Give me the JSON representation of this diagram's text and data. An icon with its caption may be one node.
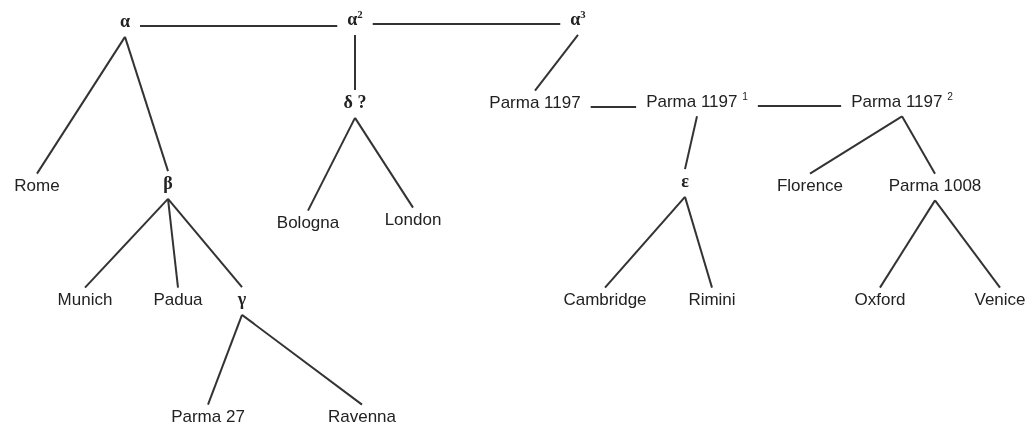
{
  "diagram": {
    "nodes": [
      {
        "text": [
          "α"
        ]
      },
      {
        "text": [
          "α$^{2}$"
        ]
      },
      {
        "text": [
          "α$^{3}$"
        ]
      },
      {
        "text": [
          "Rome"
        ]
      },
      {
        "text": [
          "β"
        ]
      },
      {
        "text": [
          "δ ?"
        ]
      },
      {
        "text": [
          "Bologna"
        ]
      },
      {
        "text": [
          "London"
        ]
      },
      {
        "text": [
          "Munich"
        ]
      },
      {
        "text": [
          "Padua"
        ]
      },
      {
        "text": [
          "γ"
        ]
      },
      {
        "text": [
          "Parma 27"
        ]
      },
      {
        "text": [
          "Ravenna"
        ]
      },
      {
        "text": [
          "Parma 1197"
        ]
      },
      {
        "text": [
          "Parma 1197 $^{1}$"
        ]
      },
      {
        "text": [
          "Parma 1197 $^{2}$"
        ]
      },
      {
        "text": [
          "ε"
        ]
      },
      {
        "text": [
          "Florence"
        ]
      },
      {
        "text": [
          "Parma 1008"
        ]
      },
      {
        "text": [
          "Cambridge"
        ]
      },
      {
        "text": [
          "Rimini"
        ]
      },
      {
        "text": [
          "Oxford"
        ]
      },
      {
        "text": [
          "Venice"
        ]
      }
    ],
    "edges": [
      {
        "from": 0,
        "to": 1,
        "arrow": "none"
      },
      {
        "from": 1,
        "to": 2,
        "arrow": "none"
      },
      {
        "from": 1,
        "to": 5,
        "arrow": "none"
      },
      {
        "from": 2,
        "to": 13,
        "arrow": "none"
      },
      {
        "from": 13,
        "to": 14,
        "arrow": "none"
      },
      {
        "from": 14,
        "to": 15,
        "arrow": "none"
      },
      {
        "from": 0,
        "to": 3,
        "arrow": "none"
      },
      {
        "from": 0,
        "to": 4,
        "arrow": "none"
      },
      {
        "from": 5,
        "to": 6,
        "arrow": "none"
      },
      {
        "from": 5,
        "to": 7,
        "arrow": "none"
      },
      {
        "from": 4,
        "to": 8,
        "arrow": "none"
      },
      {
        "from": 4,
        "to": 9,
        "arrow": "none"
      },
      {
        "from": 4,
        "to": 10,
        "arrow": "none"
      },
      {
        "from": 10,
        "to": 11,
        "arrow": "none"
      },
      {
        "from": 10,
        "to": 12,
        "arrow": "none"
      },
      {
        "from": 14,
        "to": 16,
        "arrow": "none"
      },
      {
        "from": 16,
        "to": 19,
        "arrow": "none"
      },
      {
        "from": 16,
        "to": 20,
        "arrow": "none"
      },
      {
        "from": 15,
        "to": 17,
        "arrow": "none"
      },
      {
        "from": 15,
        "to": 18,
        "arrow": "none"
      },
      {
        "from": 18,
        "to": 21,
        "arrow": "none"
      },
      {
        "from": 18,
        "to": 22,
        "arrow": "none"
      }
    ]
  }
}
